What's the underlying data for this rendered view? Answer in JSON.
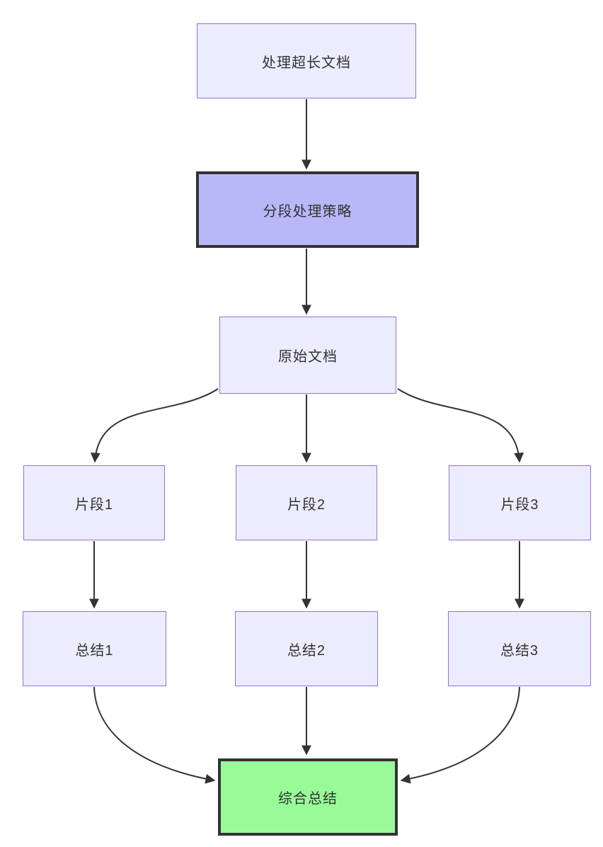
{
  "diagram": {
    "type": "flowchart",
    "direction": "top-down",
    "background": "#ffffff",
    "colors": {
      "node_fill": "#ECECFF",
      "node_border": "#9370DB",
      "strategy_fill": "#b8b8f8",
      "summary_fill": "#98FB98",
      "dark_border": "#333333",
      "edge": "#333333",
      "text": "#333333"
    },
    "nodes": [
      {
        "id": "A",
        "label": "处理超长文档",
        "style": "default"
      },
      {
        "id": "B",
        "label": "分段处理策略",
        "style": "emphasis-purple"
      },
      {
        "id": "C",
        "label": "原始文档",
        "style": "default"
      },
      {
        "id": "D1",
        "label": "片段1",
        "style": "default"
      },
      {
        "id": "D2",
        "label": "片段2",
        "style": "default"
      },
      {
        "id": "D3",
        "label": "片段3",
        "style": "default"
      },
      {
        "id": "E1",
        "label": "总结1",
        "style": "default"
      },
      {
        "id": "E2",
        "label": "总结2",
        "style": "default"
      },
      {
        "id": "E3",
        "label": "总结3",
        "style": "default"
      },
      {
        "id": "F",
        "label": "综合总结",
        "style": "emphasis-green"
      }
    ],
    "edges": [
      {
        "from": "A",
        "to": "B"
      },
      {
        "from": "B",
        "to": "C"
      },
      {
        "from": "C",
        "to": "D1"
      },
      {
        "from": "C",
        "to": "D2"
      },
      {
        "from": "C",
        "to": "D3"
      },
      {
        "from": "D1",
        "to": "E1"
      },
      {
        "from": "D2",
        "to": "E2"
      },
      {
        "from": "D3",
        "to": "E3"
      },
      {
        "from": "E1",
        "to": "F"
      },
      {
        "from": "E2",
        "to": "F"
      },
      {
        "from": "E3",
        "to": "F"
      }
    ]
  }
}
